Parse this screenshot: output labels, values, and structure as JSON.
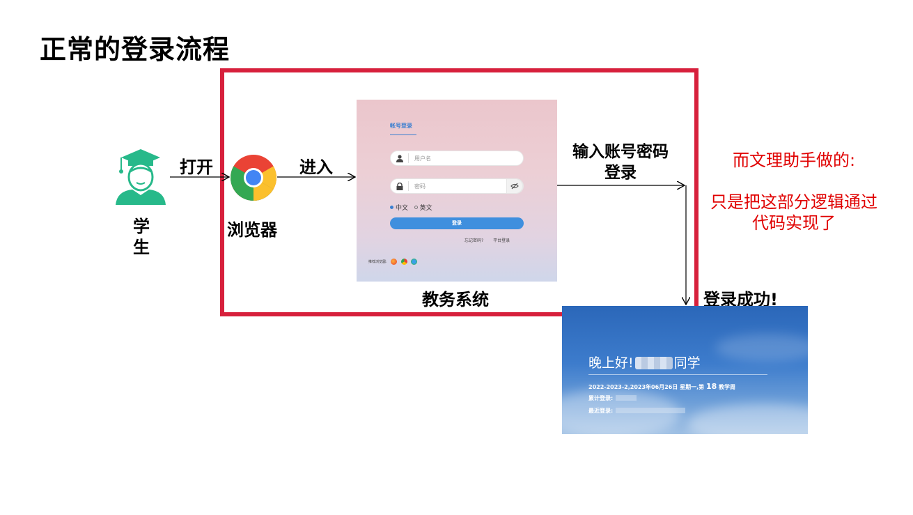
{
  "slide": {
    "title": "正常的登录流程"
  },
  "labels": {
    "open": "打开",
    "enter": "进入",
    "student": "学生",
    "browser": "浏览器",
    "input_login": "输入账号密码登录",
    "system": "教务系统",
    "success": "登录成功!"
  },
  "note": {
    "line1": "而文理助手做的:",
    "line2": "只是把这部分逻辑通过代码实现了"
  },
  "login_panel": {
    "tab": "帐号登录",
    "username_placeholder": "用户名",
    "password_placeholder": "密码",
    "eye_icon": "eye-off-icon",
    "lang_cn": "中文",
    "lang_en": "英文",
    "login_button": "登录",
    "forgot_password": "忘记密码?",
    "platform_login": "平台登录",
    "recommended_browsers": "推荐浏览器:"
  },
  "success_panel": {
    "greeting_pre": "晚上好!",
    "greeting_post": "同学",
    "date_pre": "2022-2023-2,2023年06月26日 星期一,第",
    "week_num": "18",
    "date_post": "教学周",
    "total_logins": "累计登录:",
    "last_login": "最近登录:"
  },
  "colors": {
    "frame": "#d7203c",
    "note": "#e00000",
    "accent_blue": "#3f8fde"
  },
  "icons": {
    "student": "student-graduate-icon",
    "browser": "chrome-icon"
  }
}
